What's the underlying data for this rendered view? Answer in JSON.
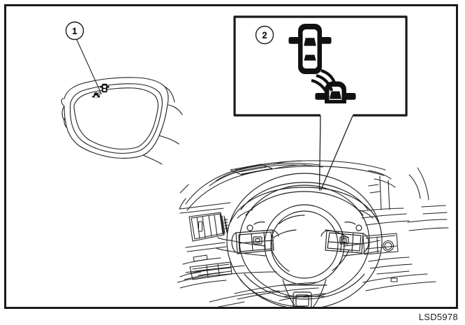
{
  "figure": {
    "id_label": "LSD5978",
    "title": "Blind Spot Warning mirror indicator and meter display",
    "frame_color": "#1a1a1a",
    "background_color": "#ffffff",
    "line_color": "#231f20"
  },
  "callouts": [
    {
      "number": "1",
      "name": "door-mirror-indicator-callout",
      "describes": "Blind Spot Warning indicator light on outside door mirror"
    },
    {
      "number": "2",
      "name": "meter-display-callout",
      "describes": "Blind Spot Warning indicator shown in vehicle information display"
    }
  ],
  "parts": [
    {
      "name": "outside-door-mirror",
      "label": "Outside door mirror"
    },
    {
      "name": "mirror-blind-spot-indicator",
      "label": "Blind spot warning indicator lamp"
    },
    {
      "name": "detail-box",
      "label": "Detail view box"
    },
    {
      "name": "bsw-icon-host-vehicle",
      "label": "Host vehicle icon"
    },
    {
      "name": "bsw-icon-radar-waves",
      "label": "Radar detection waves"
    },
    {
      "name": "bsw-icon-adjacent-vehicle",
      "label": "Adjacent vehicle icon"
    },
    {
      "name": "steering-wheel",
      "label": "Steering wheel"
    },
    {
      "name": "instrument-panel",
      "label": "Instrument panel"
    },
    {
      "name": "dashboard-air-vent",
      "label": "Dashboard air vent"
    },
    {
      "name": "steering-wheel-switch-left",
      "label": "Left steering wheel switch"
    },
    {
      "name": "steering-wheel-switch-right",
      "label": "Right steering wheel switch"
    },
    {
      "name": "leader-line-pointer",
      "label": "Leader pointer to meter display"
    }
  ]
}
